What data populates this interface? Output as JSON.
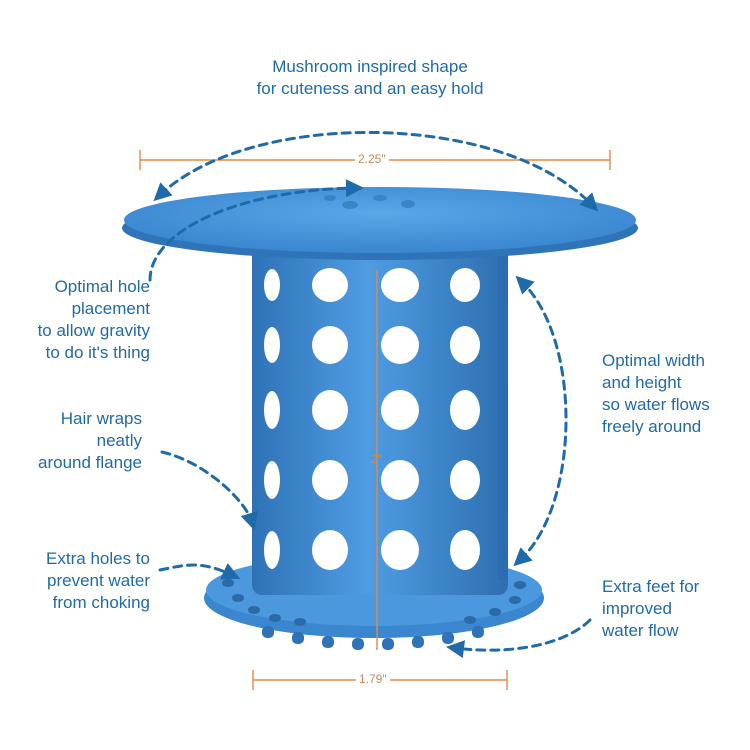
{
  "top_callout": {
    "lines": [
      "Mushroom inspired shape",
      "for cuteness and an easy hold"
    ]
  },
  "left_callouts": [
    {
      "lines": [
        "Optimal hole",
        "placement",
        "to allow gravity",
        "to do it's thing"
      ]
    },
    {
      "lines": [
        "Hair wraps",
        "neatly",
        "around flange"
      ]
    },
    {
      "lines": [
        "Extra holes to",
        "prevent water",
        "from choking"
      ]
    }
  ],
  "right_callouts": [
    {
      "lines": [
        "Optimal width",
        "and height",
        "so water flows",
        "freely around"
      ]
    },
    {
      "lines": [
        "Extra feet for",
        "improved",
        "water flow"
      ]
    }
  ],
  "dimensions": {
    "top_width": "2.25\"",
    "height": "2\"",
    "bottom_width": "1.79\""
  },
  "colors": {
    "product": "#3f8fd6",
    "product_dark": "#2f74b8",
    "text": "#1f6aa8",
    "dimension": "#e08a4a",
    "arrow": "#1f6aa8"
  }
}
